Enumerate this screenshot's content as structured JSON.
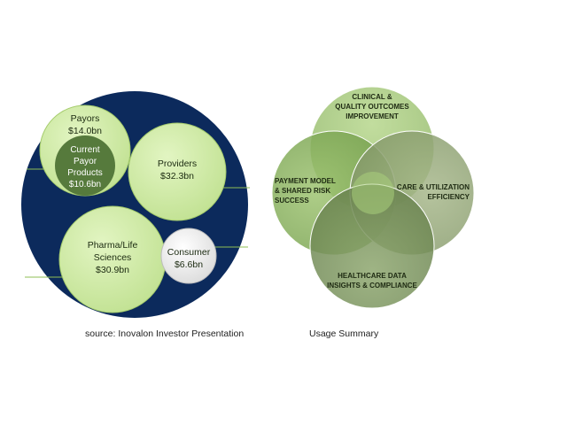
{
  "market_diagram": {
    "payors": {
      "label": "Payors",
      "value": "$14.0bn"
    },
    "current_payor_products": {
      "lines": [
        "Current",
        "Payor",
        "Products",
        "$10.6bn"
      ]
    },
    "providers": {
      "label": "Providers",
      "value": "$32.3bn"
    },
    "pharma_life_sciences": {
      "lines": [
        "Pharma/Life",
        "Sciences",
        "$30.9bn"
      ]
    },
    "consumer": {
      "label": "Consumer",
      "value": "$6.6bn"
    },
    "caption": "source: Inovalon Investor Presentation"
  },
  "usage_diagram": {
    "top": {
      "lines": [
        "CLINICAL &",
        "QUALITY OUTCOMES",
        "IMPROVEMENT"
      ]
    },
    "right": {
      "lines": [
        "CARE & UTILIZATION",
        "EFFICIENCY"
      ]
    },
    "bottom": {
      "lines": [
        "HEALTHCARE DATA",
        "INSIGHTS & COMPLIANCE"
      ]
    },
    "left": {
      "lines": [
        "PAYMENT MODEL",
        "& SHARED RISK",
        "SUCCESS"
      ]
    },
    "caption": "Usage Summary"
  },
  "colors": {
    "navy": "#0c2a5c",
    "light_green": "#cfe9a4",
    "dark_green": "#567a3c",
    "venn_green": "#87ac5e"
  }
}
